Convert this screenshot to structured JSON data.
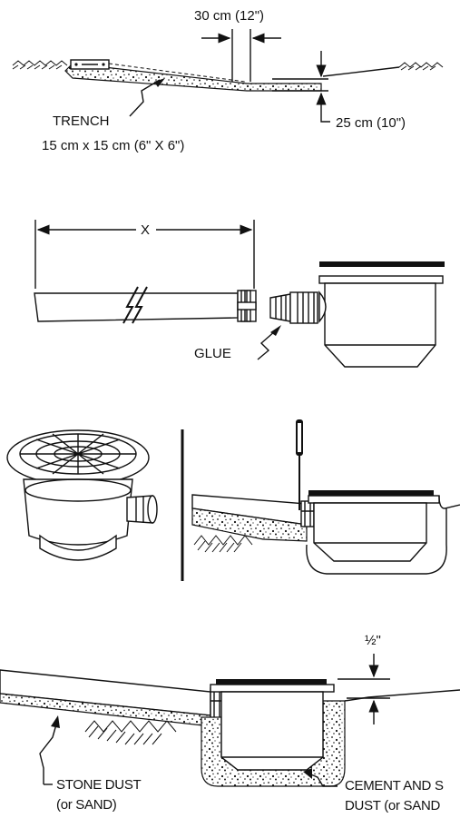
{
  "step1": {
    "gap_label": "30 cm (12\")",
    "trench_label": "TRENCH",
    "trench_size": "15 cm x 15 cm (6\" X 6\")",
    "depth_label": "25 cm (10\")"
  },
  "step2": {
    "length_label": "X",
    "glue_label": "GLUE"
  },
  "step4": {
    "half_inch_label": "½\"",
    "stone_dust_label": "STONE DUST",
    "stone_dust_alt": "(or SAND)",
    "cement_label": "CEMENT AND S",
    "cement_alt": "DUST (or SAND"
  }
}
